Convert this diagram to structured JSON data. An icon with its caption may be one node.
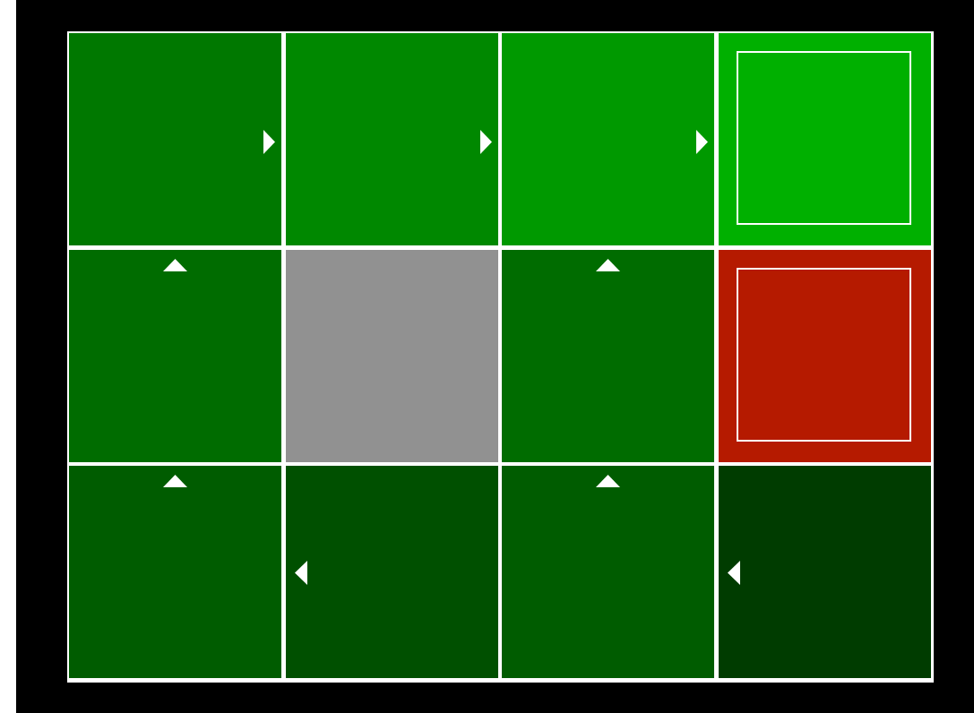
{
  "diagram": {
    "nodes": [
      {
        "text": [],
        "shape": "box"
      },
      {
        "text": [],
        "shape": "box"
      },
      {
        "text": [],
        "shape": "box"
      },
      {
        "text": [],
        "shape": "box"
      },
      {
        "text": [],
        "shape": "box",
        "in": 3
      },
      {
        "text": [],
        "shape": "box"
      },
      {
        "text": [],
        "shape": "box"
      },
      {
        "text": [],
        "shape": "box"
      },
      {
        "text": [],
        "shape": "box"
      },
      {
        "text": [],
        "shape": "box",
        "in": 8
      },
      {
        "text": [],
        "shape": "box"
      },
      {
        "text": [],
        "shape": "box"
      },
      {
        "text": [],
        "shape": "box"
      },
      {
        "text": [],
        "shape": "box"
      }
    ]
  }
}
